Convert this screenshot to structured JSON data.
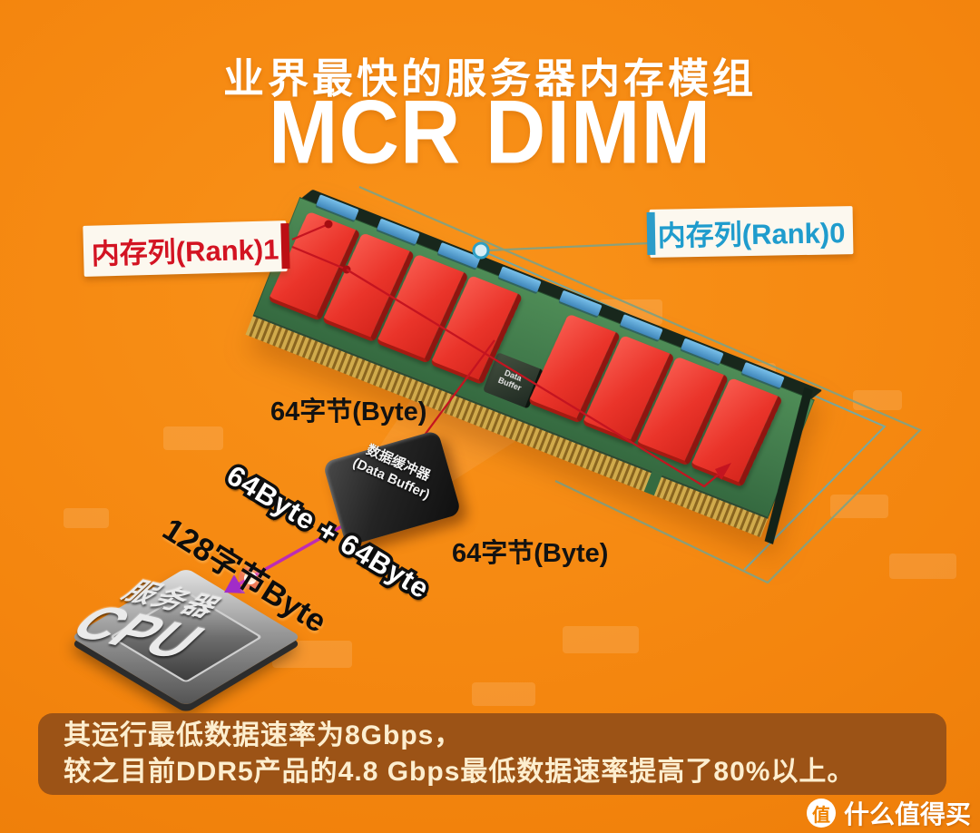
{
  "header": {
    "subtitle": "业界最快的服务器内存模组",
    "title": "MCR DIMM"
  },
  "callouts": {
    "rank1": "内存列(Rank)1",
    "rank0": "内存列(Rank)0",
    "byte_label_top": "64字节(Byte)",
    "byte_label_bottom": "64字节(Byte)",
    "data_buffer_line1": "数据缓冲器",
    "data_buffer_line2": "(Data Buffer)",
    "sum_bytes": "64Byte + 64Byte",
    "total_bytes": "128字节Byte",
    "cpu_label_line1": "服务器",
    "cpu_label_line2": "CPU"
  },
  "module": {
    "chip_count": 8,
    "tab_count": 8,
    "onboard_buffer_line1": "Data",
    "onboard_buffer_line2": "Buffer"
  },
  "footer": {
    "line1": "其运行最低数据速率为8Gbps，",
    "line2": "较之目前DDR5产品的4.8 Gbps最低数据速率提高了80%以上。"
  },
  "watermark": {
    "badge": "值",
    "text": "什么值得买"
  },
  "colors": {
    "background": "#f4850e",
    "accent_red": "#d31322",
    "accent_blue": "#1f9ccd",
    "pcb_green": "#417a4b",
    "chip_red": "#ea342a",
    "footer_bg": "#9c5316",
    "magenta": "#bd2cb5"
  }
}
